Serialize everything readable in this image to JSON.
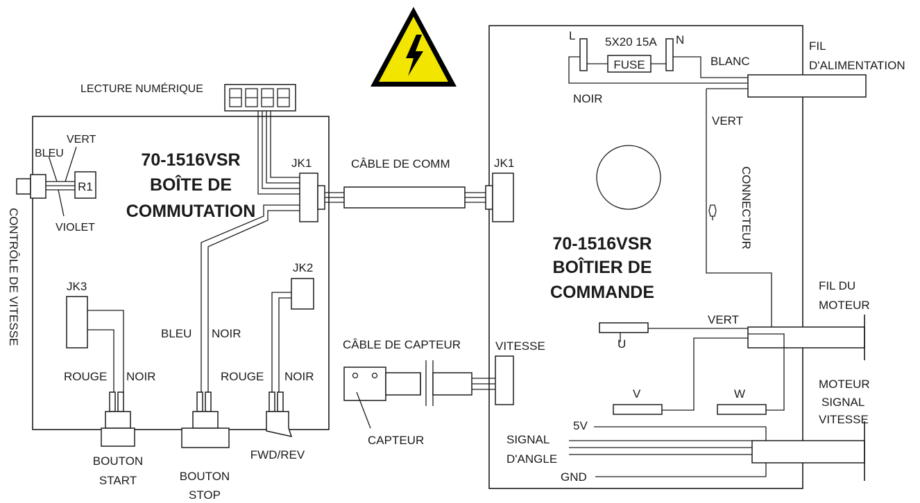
{
  "switch_box": {
    "model": "70-1516VSR",
    "name_line1": "BOÎTE DE",
    "name_line2": "COMMUTATION",
    "jk1": "JK1",
    "jk2": "JK2",
    "jk3": "JK3",
    "r1": "R1",
    "vert": "VERT",
    "bleu": "BLEU",
    "violet": "VIOLET",
    "speed_control": "CONTRÔLE DE VITESSE",
    "digital_readout": "LECTURE NUMÉRIQUE",
    "bleu_wire": "BLEU",
    "noir_wire": "NOIR",
    "jk3_rouge": "ROUGE",
    "jk3_noir": "NOIR",
    "jk2_rouge": "ROUGE",
    "jk2_noir": "NOIR",
    "start_line1": "BOUTON",
    "start_line2": "START",
    "stop_line1": "BOUTON",
    "stop_line2": "STOP",
    "fwd_rev": "FWD/REV"
  },
  "comm_cable": "CÂBLE  DE  COMM",
  "sensor_cable": "CÂBLE DE CAPTEUR",
  "sensor": "CAPTEUR",
  "control_box": {
    "model": "70-1516VSR",
    "name_line1": "BOÎTIER DE",
    "name_line2": "COMMANDE",
    "jk1": "JK1",
    "l": "L",
    "n": "N",
    "fuse_spec": "5X20  15A",
    "fuse": "FUSE",
    "blanc": "BLANC",
    "noir": "NOIR",
    "vert_top": "VERT",
    "connecteur": "CONNECTEUR",
    "vert_motor": "VERT",
    "vitesse": "VITESSE",
    "u": "U",
    "v": "V",
    "w": "W",
    "v5": "5V",
    "signal_line1": "SIGNAL",
    "signal_line2": "D'ANGLE",
    "gnd": "GND"
  },
  "power_cord_line1": "FIL",
  "power_cord_line2": "D'ALIMENTATION",
  "motor_wire_line1": "FIL DU",
  "motor_wire_line2": "MOTEUR",
  "motor_signal_line1": "MOTEUR",
  "motor_signal_line2": "SIGNAL",
  "motor_signal_line3": "VITESSE",
  "icons": {
    "warning": "high-voltage-warning-icon"
  },
  "colors": {
    "warning_yellow": "#f2e600",
    "ink": "#1a1a1a"
  }
}
